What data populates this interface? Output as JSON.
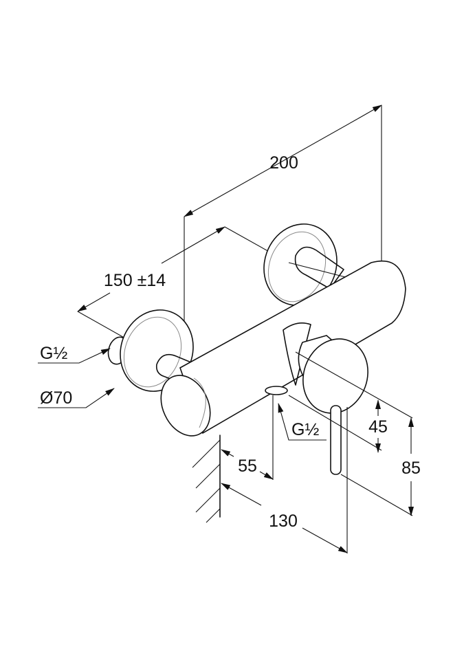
{
  "title": "Shower mixer dimension drawing",
  "dimensions": {
    "overall_width": "200",
    "center_distance": "150 ±14",
    "inlet_thread": "G½",
    "flange_diameter": "Ø70",
    "outlet_thread": "G½",
    "outlet_depth": "55",
    "lever_depth": "130",
    "outlet_height": "45",
    "lever_height": "85"
  }
}
